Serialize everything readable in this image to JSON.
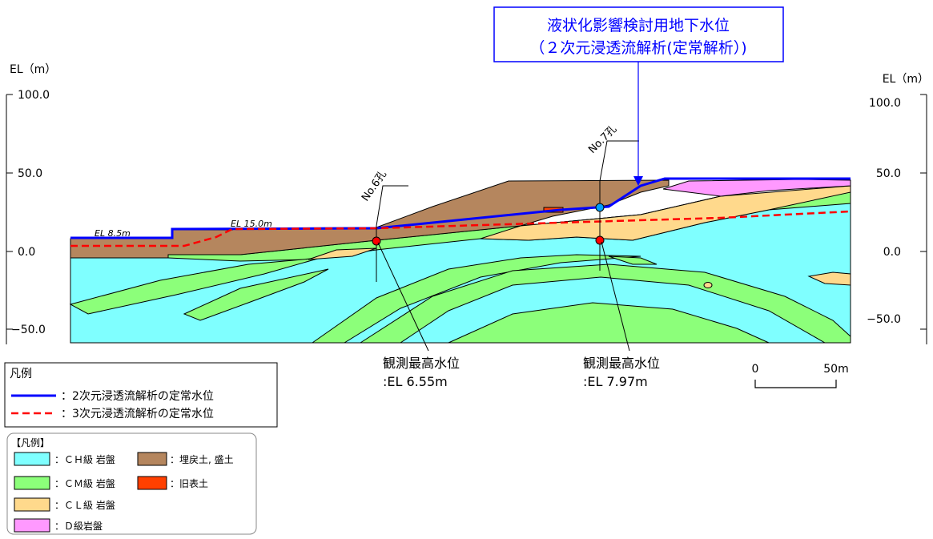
{
  "title_box": {
    "line1": "液状化影響検討用地下水位",
    "line2": "（２次元浸透流解析(定常解析）)"
  },
  "axis": {
    "left_unit": "EL（m）",
    "right_unit": "EL（m）",
    "ticks": [
      "100.0",
      "50.0",
      "0.0",
      "−50.0"
    ],
    "ticks_right": [
      "100.0",
      "50.0",
      "0.0",
      "−50.0"
    ]
  },
  "boreholes": [
    {
      "name": "No.6孔",
      "obs_label": "観測最高水位",
      "obs_value": ":EL 6.55m"
    },
    {
      "name": "No.7孔",
      "obs_label": "観測最高水位",
      "obs_value": ":EL 7.97m"
    }
  ],
  "elevation_labels": [
    "EL 8.5m",
    "EL 15.0m"
  ],
  "scale": {
    "start": "0",
    "end": "50m"
  },
  "legend_lines": {
    "title": "凡例",
    "items": [
      {
        "label": "：2次元浸透流解析の定常水位",
        "color": "#0000ff",
        "style": "solid"
      },
      {
        "label": "：3次元浸透流解析の定常水位",
        "color": "#ff0000",
        "style": "dashed"
      }
    ]
  },
  "legend_geology": {
    "title": "【凡例】",
    "items": [
      {
        "label": "：ＣＨ級 岩盤",
        "color": "#7fffff"
      },
      {
        "label": "：ＣＭ級 岩盤",
        "color": "#8cff7a"
      },
      {
        "label": "：ＣＬ級 岩盤",
        "color": "#ffd98c"
      },
      {
        "label": "：Ｄ級岩盤",
        "color": "#ff99ff"
      },
      {
        "label": "：埋戻土, 盛土",
        "color": "#b5865e"
      },
      {
        "label": "：旧表土",
        "color": "#ff4000"
      }
    ]
  }
}
